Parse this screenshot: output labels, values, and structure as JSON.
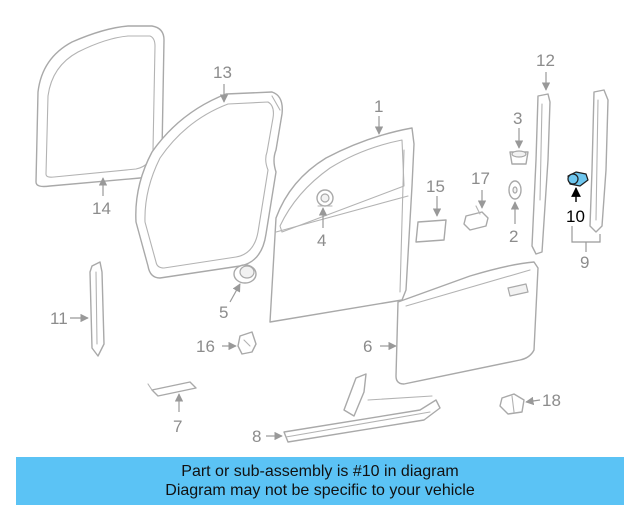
{
  "diagram": {
    "callouts": {
      "c1": "1",
      "c2": "2",
      "c3": "3",
      "c4": "4",
      "c5": "5",
      "c6": "6",
      "c7": "7",
      "c8": "8",
      "c9": "9",
      "c10": "10",
      "c11": "11",
      "c12": "12",
      "c13": "13",
      "c14": "14",
      "c15": "15",
      "c16": "16",
      "c17": "17",
      "c18": "18"
    },
    "highlighted_callout": "10",
    "highlight_color": "#6ec6ee"
  },
  "banner": {
    "line1": "Part or sub-assembly is #10 in diagram",
    "line2": "Diagram may not be specific to your vehicle",
    "background": "#5bc3f5"
  }
}
